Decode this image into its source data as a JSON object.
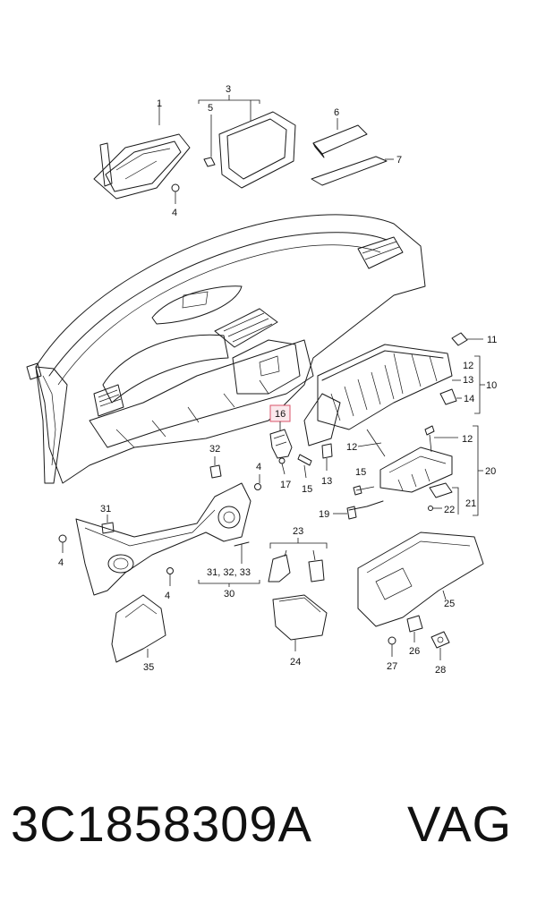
{
  "callouts": {
    "c1": "1",
    "c3": "3",
    "c4a": "4",
    "c5": "5",
    "c6": "6",
    "c7": "7",
    "c11": "11",
    "c12a": "12",
    "c13a": "13",
    "c10": "10",
    "c14": "14",
    "c16": "16",
    "c12b": "12",
    "c12c": "12",
    "c20": "20",
    "c32": "32",
    "c4b": "4",
    "c17": "17",
    "c15a": "15",
    "c13b": "13",
    "c15b": "15",
    "c21": "21",
    "c22": "22",
    "c19": "19",
    "c31": "31",
    "c4c": "4",
    "c23": "23",
    "c4d": "4",
    "c3132": "31, 32, 33",
    "c30": "30",
    "c25": "25",
    "c24": "24",
    "c35": "35",
    "c26": "26",
    "c27": "27",
    "c28": "28"
  },
  "highlighted_callout": "16",
  "highlight_color": "#d9536a",
  "footer": {
    "part_number": "3C1858309A",
    "brand": "VAG"
  }
}
